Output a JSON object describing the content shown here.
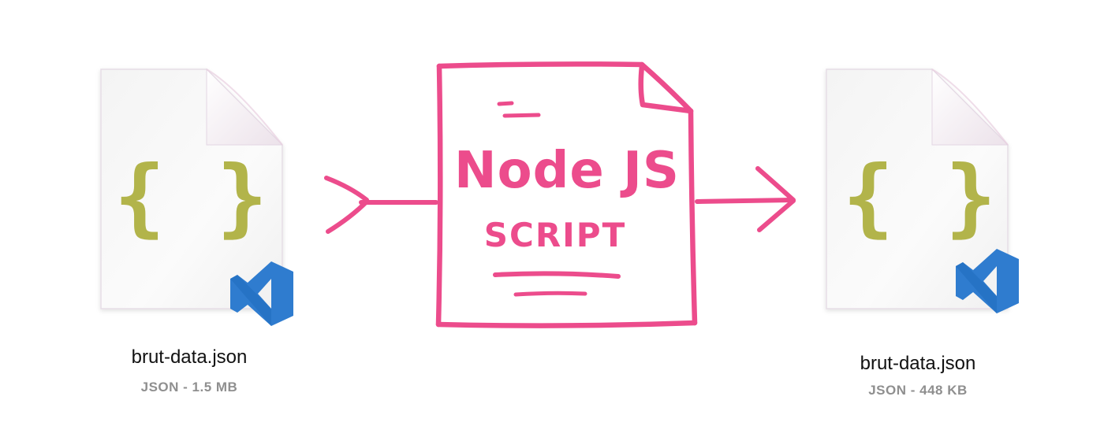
{
  "source_file": {
    "icon": "json-file-vscode-icon",
    "glyph": "{ }",
    "name": "brut-data.json",
    "meta": "JSON - 1.5 MB"
  },
  "script": {
    "icon": "handdrawn-document-icon",
    "line1": "Node JS",
    "line2": "SCRIPT"
  },
  "output_file": {
    "icon": "json-file-vscode-icon",
    "glyph": "{ }",
    "name": "brut-data.json",
    "meta": "JSON - 448 KB"
  },
  "colors": {
    "accent_pink": "#ec4c8c",
    "brace_olive": "#b2b44a",
    "vscode_blue": "#2f7ccf",
    "meta_gray": "#8f8f8f"
  }
}
